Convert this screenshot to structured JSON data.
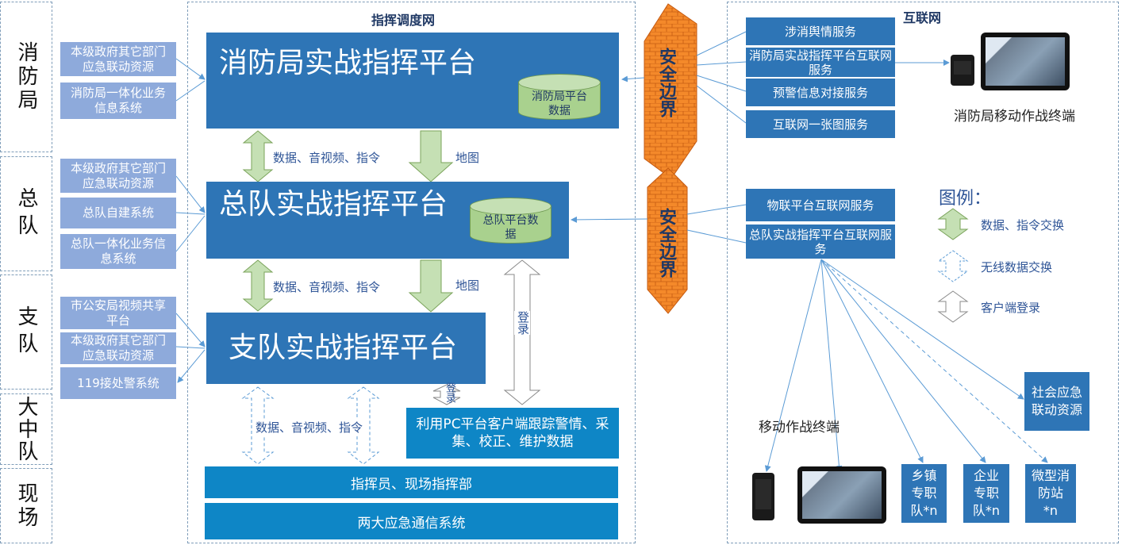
{
  "levels": [
    "消防局",
    "总队",
    "支队",
    "大中队",
    "现场"
  ],
  "zones": {
    "dispatch": "指挥调度网",
    "internet": "互联网"
  },
  "left_inputs": {
    "bureau": [
      "本级政府其它部门应急联动资源",
      "消防局一体化业务信息系统"
    ],
    "corps": [
      "本级政府其它部门应急联动资源",
      "总队自建系统",
      "总队一体化业务信息系统"
    ],
    "detachment": [
      "市公安局视频共享平台",
      "本级政府其它部门应急联动资源",
      "119接处警系统"
    ]
  },
  "platforms": {
    "bureau": {
      "title": "消防局实战指挥平台",
      "db": "消防局平台数据"
    },
    "corps": {
      "title": "总队实战指挥平台",
      "db": "总队平台数据"
    },
    "detachment": {
      "title": "支队实战指挥平台"
    }
  },
  "links": {
    "data": "数据、音视频、指令",
    "map": "地图",
    "login": "登录"
  },
  "pc_client": "利用PC平台客户端跟踪警情、采集、校正、维护数据",
  "bottom": [
    "指挥员、现场指挥部",
    "两大应急通信系统"
  ],
  "security": "安全边界",
  "internet_services_top": [
    "涉消舆情服务",
    "消防局实战指挥平台互联网服务",
    "预警信息对接服务",
    "互联网一张图服务"
  ],
  "internet_services_mid": [
    "物联平台互联网服务",
    "总队实战指挥平台互联网服务"
  ],
  "bureau_terminal_label": "消防局移动作战终端",
  "mobile_label": "移动作战终端",
  "social": "社会应急联动资源",
  "teams": [
    "乡镇专职队*n",
    "企业专职队*n",
    "微型消防站*n"
  ],
  "legend": {
    "title": "图例：",
    "items": [
      "数据、指令交换",
      "无线数据交换",
      "客户端登录"
    ]
  },
  "colors": {
    "platform": "#2e75b6",
    "input": "#8eaadb",
    "arrow": "#c5e0b4",
    "firewall": "#f4892a",
    "bar": "#0e86c6"
  }
}
